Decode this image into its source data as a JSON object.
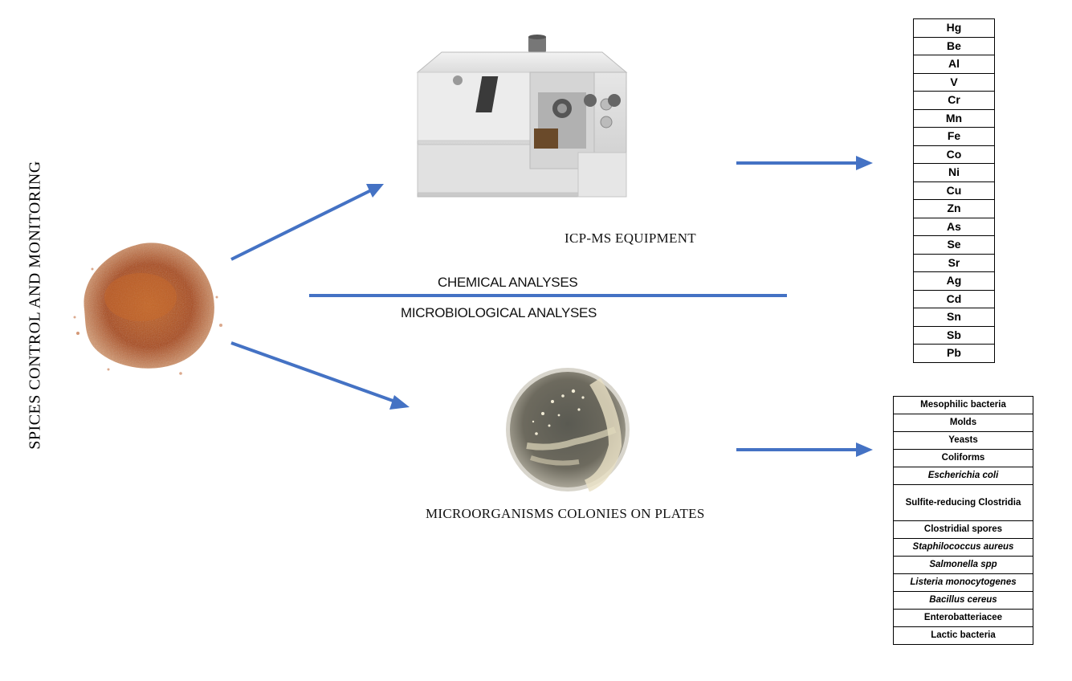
{
  "title": "SPICES CONTROL AND MONITORING",
  "icp_label": "ICP-MS  EQUIPMENT",
  "chemical_label": "CHEMICAL ANALYSES",
  "microbio_label": "MICROBIOLOGICAL ANALYSES",
  "plates_label": "MICROORGANISMS COLONIES ON PLATES",
  "elements": [
    "Hg",
    "Be",
    "Al",
    "V",
    "Cr",
    "Mn",
    "Fe",
    "Co",
    "Ni",
    "Cu",
    "Zn",
    "As",
    "Se",
    "Sr",
    "Ag",
    "Cd",
    "Sn",
    "Sb",
    "Pb"
  ],
  "microorganisms": [
    {
      "text": "Mesophilic bacteria",
      "italic": false
    },
    {
      "text": "Molds",
      "italic": false
    },
    {
      "text": "Yeasts",
      "italic": false
    },
    {
      "text": "Coliforms",
      "italic": false
    },
    {
      "text": "Escherichia coli",
      "italic": true
    },
    {
      "text": "Sulfite-reducing Clostridia",
      "italic": false
    },
    {
      "text": "Clostridial spores",
      "italic": false
    },
    {
      "text": "Staphilococcus aureus",
      "italic": true
    },
    {
      "text": "Salmonella spp",
      "italic": true
    },
    {
      "text": "Listeria monocytogenes",
      "italic": true
    },
    {
      "text": "Bacillus cereus",
      "italic": true
    },
    {
      "text": "Enterobatteriacee",
      "italic": false
    },
    {
      "text": "Lactic bacteria",
      "italic": false
    }
  ],
  "colors": {
    "arrow": "#4472c4",
    "spice": "#b8541c"
  }
}
